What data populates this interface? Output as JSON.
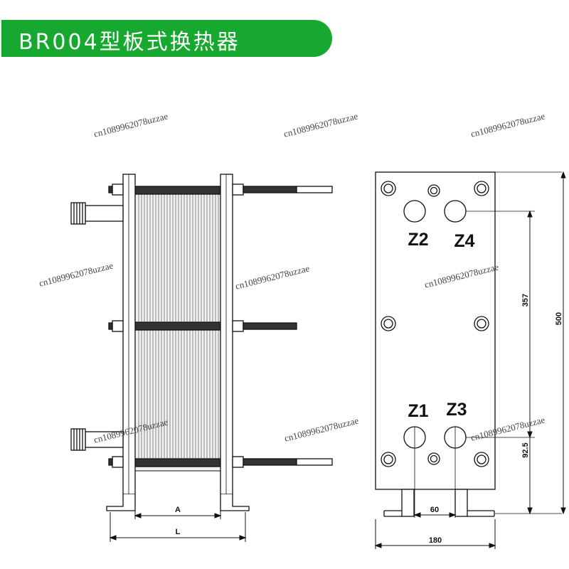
{
  "title": "BR004型板式换热器",
  "ports": {
    "z2": "Z2",
    "z4": "Z4",
    "z1": "Z1",
    "z3": "Z3"
  },
  "dimensions": {
    "side_a": "A",
    "side_l": "L",
    "front_60": "60",
    "front_180": "180",
    "vert_357": "357",
    "vert_500": "500",
    "vert_92_5": "92.5"
  },
  "watermark": "cn1089962078uzzae",
  "colors": {
    "banner": "#17a82f",
    "line": "#111111"
  }
}
